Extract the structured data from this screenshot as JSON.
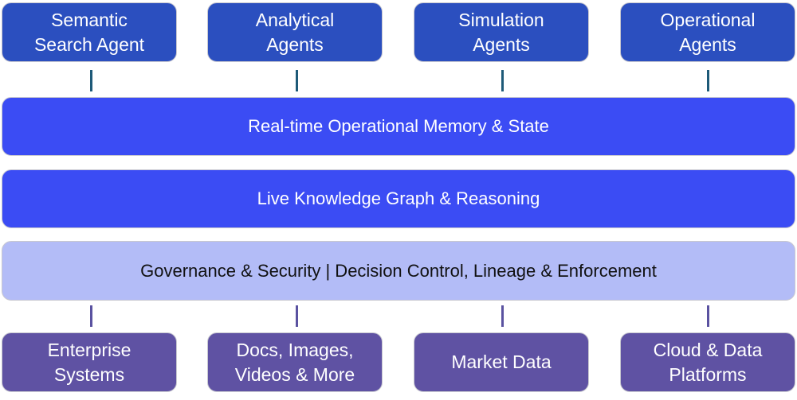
{
  "agents": [
    "Semantic Search Agent",
    "Analytical Agents",
    "Simulation Agents",
    "Operational Agents"
  ],
  "layers": {
    "memory": "Real-time Operational Memory & State",
    "knowledge": "Live Knowledge Graph & Reasoning",
    "governance": "Governance & Security | Decision Control, Lineage & Enforcement"
  },
  "sources": [
    "Enterprise Systems",
    "Docs, Images, Videos & More",
    "Market Data",
    "Cloud & Data Platforms"
  ]
}
